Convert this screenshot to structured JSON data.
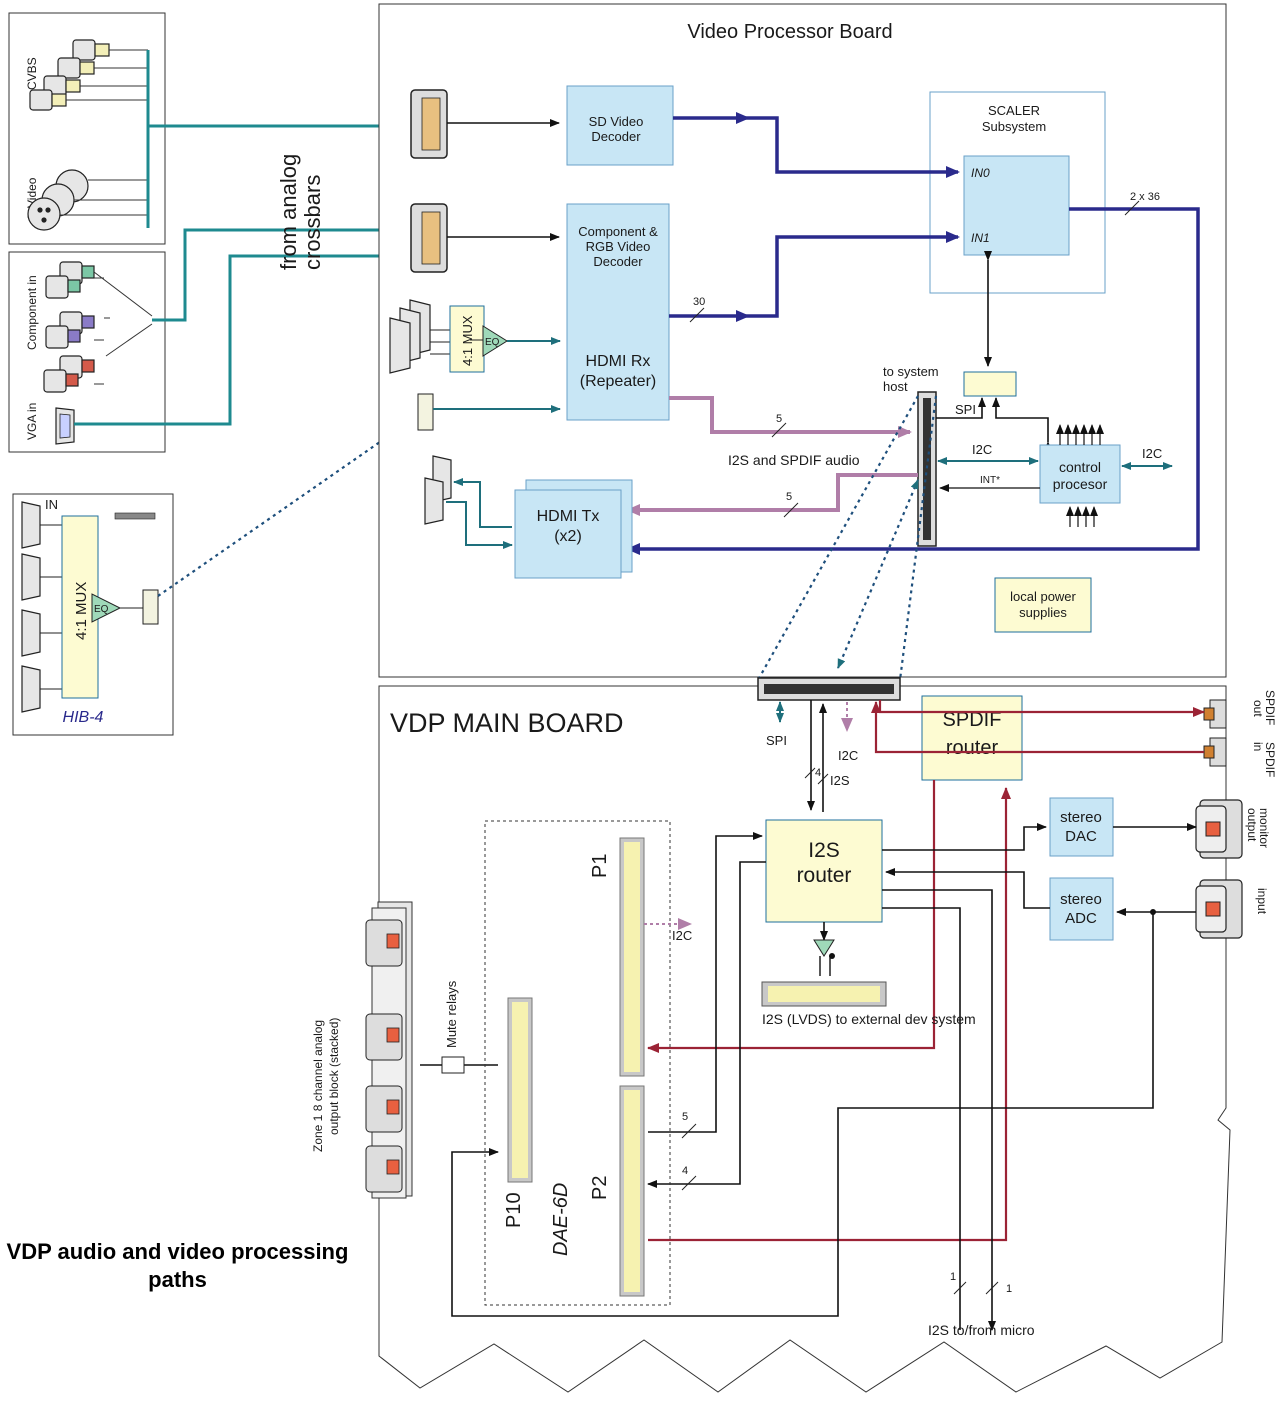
{
  "colors": {
    "teal": "#1e8a8f",
    "navy": "#2a2a8c",
    "mauve": "#b07ea8",
    "darkred": "#9b2335",
    "lightblue": "#c8e6f5",
    "lightyellow": "#fdfbd2",
    "black": "#111111"
  },
  "figure": {
    "caption": "VDP audio and video processing paths"
  },
  "inputs": {
    "cvbs": "CVBS",
    "svideo": "S-Video",
    "component": "Component in",
    "vga": "VGA in",
    "from_analog": "from analog",
    "crossbars": "crossbars"
  },
  "hib4": {
    "in": "IN",
    "mux": "4:1 MUX",
    "eq": "EQ",
    "name": "HIB-4"
  },
  "vpb": {
    "title": "Video Processor Board",
    "sd_decoder": [
      "SD Video",
      "Decoder"
    ],
    "comp_decoder": [
      "Component &",
      "RGB Video",
      "Decoder"
    ],
    "hdmi_rx": [
      "HDMI Rx",
      "(Repeater)"
    ],
    "mux": "4:1 MUX",
    "eq": "EQ",
    "scaler": [
      "SCALER",
      "Subsystem"
    ],
    "in0": "IN0",
    "in1": "IN1",
    "bus_2x36": "2 x 36",
    "bus_30": "30",
    "bus_5a": "5",
    "bus_5b": "5",
    "to_host": [
      "to system",
      "host"
    ],
    "spi": "SPI",
    "i2c_left": "I2C",
    "i2c_right": "I2C",
    "int": "INT*",
    "control": [
      "control",
      "procesor"
    ],
    "hdmi_tx": [
      "HDMI Tx",
      "(x2)"
    ],
    "i2s_spdif": "I2S and SPDIF audio",
    "power": [
      "local power",
      "supplies"
    ]
  },
  "main": {
    "title": "VDP MAIN BOARD",
    "spi": "SPI",
    "i2c": "I2C",
    "i2s": "I2S",
    "bus_4": "4",
    "spdif_router": [
      "SPDIF",
      "router"
    ],
    "i2s_router_top": "I2S",
    "i2s_router_bottom": "router",
    "stereo_dac": [
      "stereo",
      "DAC"
    ],
    "stereo_adc": [
      "stereo",
      "ADC"
    ],
    "spdif_out": [
      "SPDIF",
      "out"
    ],
    "spdif_in": [
      "SPDIF",
      "in"
    ],
    "monitor_output": [
      "monitor",
      "output"
    ],
    "input": "input",
    "p1": "P1",
    "p1_i2c": "I2C",
    "p2": "P2",
    "p10": "P10",
    "dae": "DAE-6D",
    "lvds": "I2S (LVDS) to external dev system",
    "mute_relays": "Mute relays",
    "zone_label": [
      "Zone 1 8 channel analog",
      "output block (stacked)"
    ],
    "bus_p2_5": "5",
    "bus_p2_4": "4",
    "micro_1a": "1",
    "micro_1b": "1",
    "micro": "I2S to/from micro"
  }
}
